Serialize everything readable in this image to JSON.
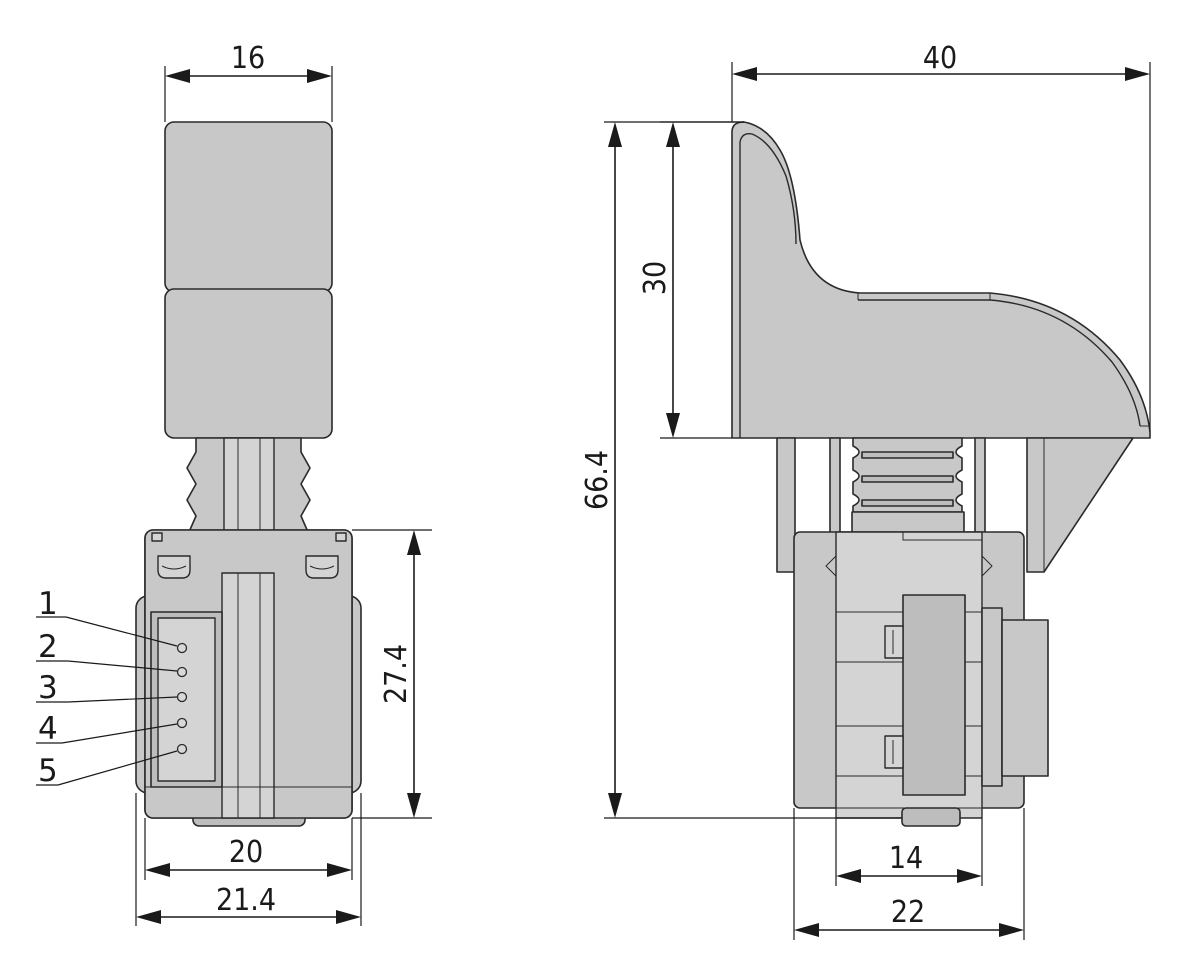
{
  "front_view": {
    "dimensions": {
      "top_width": "16",
      "height": "27.4",
      "inner_width": "20",
      "outer_width": "21.4"
    },
    "pin_labels": [
      "1",
      "2",
      "3",
      "4",
      "5"
    ]
  },
  "side_view": {
    "dimensions": {
      "width": "40",
      "total_height": "66.4",
      "trigger_height": "30",
      "inner_width": "14",
      "outer_width": "22"
    }
  },
  "colors": {
    "body": "#c8c8c8",
    "outline": "#2a2a2a",
    "dimension": "#1a1a1a"
  }
}
